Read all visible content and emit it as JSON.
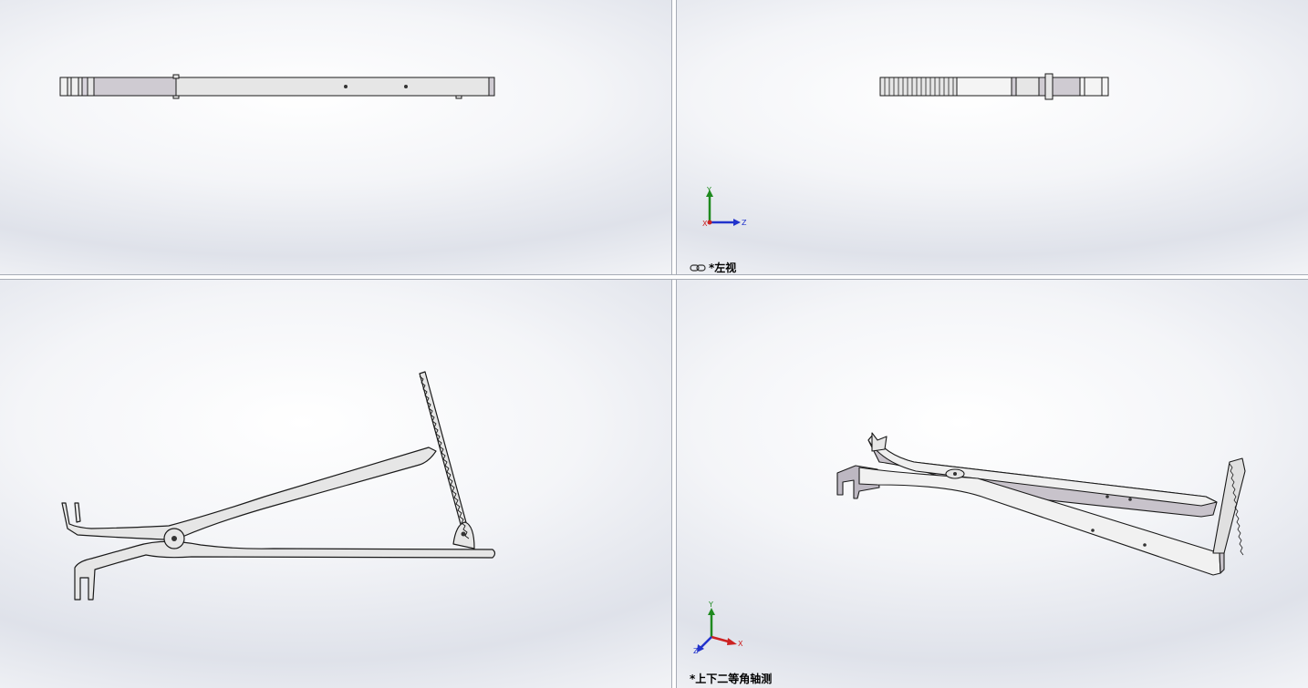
{
  "viewports": {
    "top_left": {
      "label": ""
    },
    "top_right": {
      "label": "*左视",
      "linked": true,
      "triad": {
        "axes": [
          "Y",
          "Z",
          "X"
        ]
      }
    },
    "bottom_left": {
      "label": ""
    },
    "bottom_right": {
      "label": "*上下二等角轴测",
      "triad": {
        "axes": [
          "Y",
          "X",
          "Z"
        ]
      }
    }
  },
  "colors": {
    "part_fill": "#e6e6e6",
    "part_shade": "#c8c3cb",
    "edge": "#1a1a1a",
    "triad_y": "#1f8a1f",
    "triad_z": "#2233cc",
    "triad_x": "#cc2222"
  }
}
